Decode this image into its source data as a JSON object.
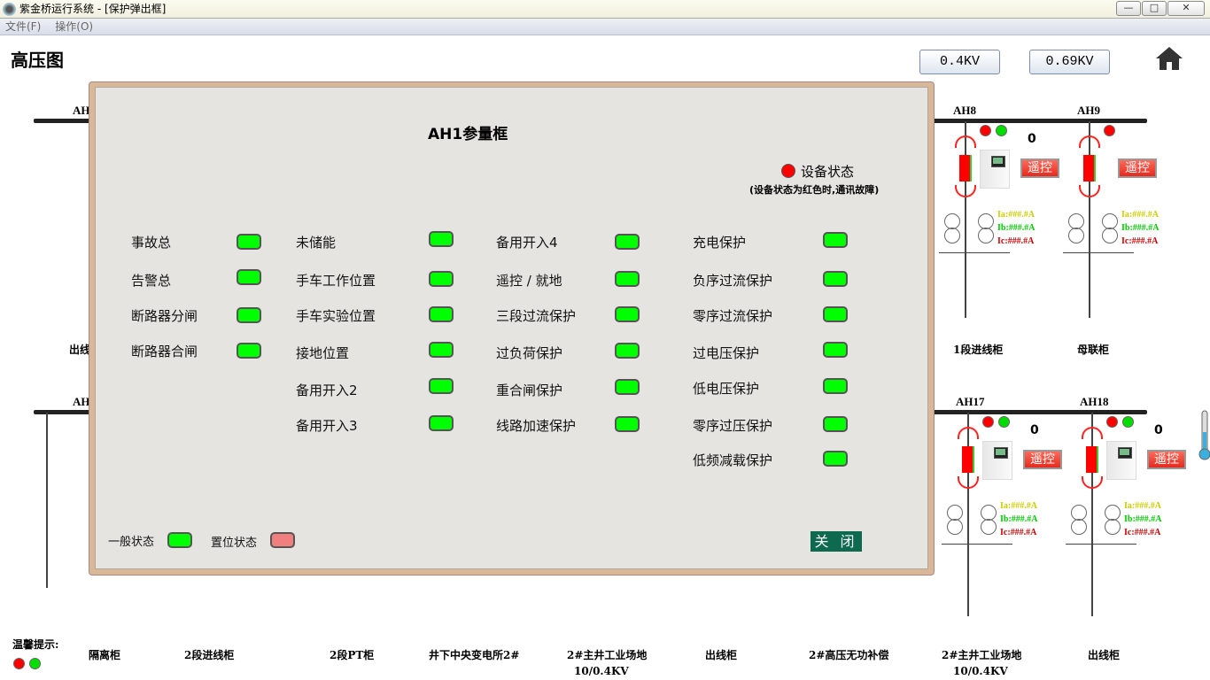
{
  "window": {
    "title": "紫金桥运行系统 - [保护弹出框]",
    "minimize": "—",
    "maximize": "□",
    "close": "✕"
  },
  "menu": [
    "文件(F)",
    "操作(O)"
  ],
  "page_title": "高压图",
  "voltage_buttons": [
    "0.4KV",
    "0.69KV"
  ],
  "diagram": {
    "left_labels": {
      "top_ah": "AH",
      "bottom_ah": "AH",
      "top_cabinet": "出线"
    },
    "cabinets": [
      {
        "id": "AH8",
        "count": "0",
        "remote": "遥控",
        "name": "1段进线柜",
        "dots": [
          "#ff0000",
          "#00dd00"
        ]
      },
      {
        "id": "AH9",
        "count": "",
        "remote": "遥控",
        "name": "母联柜",
        "dots": [
          "#ff0000"
        ]
      },
      {
        "id": "AH17",
        "count": "0",
        "remote": "遥控",
        "name": "",
        "dots": [
          "#ff0000",
          "#00dd00"
        ]
      },
      {
        "id": "AH18",
        "count": "0",
        "remote": "遥控",
        "name": "",
        "dots": [
          "#ff0000",
          "#00dd00"
        ]
      }
    ],
    "currents": {
      "ia": "Ia:###.#A",
      "ib": "Ib:###.#A",
      "ic": "Ic:###.#A"
    },
    "bottom_labels": [
      "隔离柜",
      "2段进线柜",
      "2段PT柜",
      "井下中央变电所2#",
      "2#主井工业场地",
      "出线柜",
      "2#高压无功补偿",
      "2#主井工业场地",
      "出线柜"
    ],
    "bottom_sublabels": [
      "10/0.4KV",
      "10/0.4KV"
    ],
    "tip": "温馨提示:"
  },
  "popup": {
    "title": "AH1参量框",
    "device_status": "设备状态",
    "device_note": "(设备状态为红色时,通讯故障)",
    "columns": [
      [
        "事故总",
        "告警总",
        "断路器分闸",
        "断路器合闸"
      ],
      [
        "未储能",
        "手车工作位置",
        "手车实验位置",
        "接地位置",
        "备用开入2",
        "备用开入3"
      ],
      [
        "备用开入4",
        "遥控 / 就地",
        "三段过流保护",
        "过负荷保护",
        "重合闸保护",
        "线路加速保护"
      ],
      [
        "充电保护",
        "负序过流保护",
        "零序过流保护",
        "过电压保护",
        "低电压保护",
        "零序过压保护",
        "低频减载保护"
      ]
    ],
    "legend": [
      {
        "label": "一般状态",
        "color": "#00ff00"
      },
      {
        "label": "置位状态",
        "color": "#f08080"
      }
    ],
    "close": "关 闭"
  },
  "colors": {
    "on": "#00ff00",
    "fault": "#ff0000",
    "ia": "#cccc00",
    "ib": "#00cc00",
    "ic": "#cc0000"
  }
}
